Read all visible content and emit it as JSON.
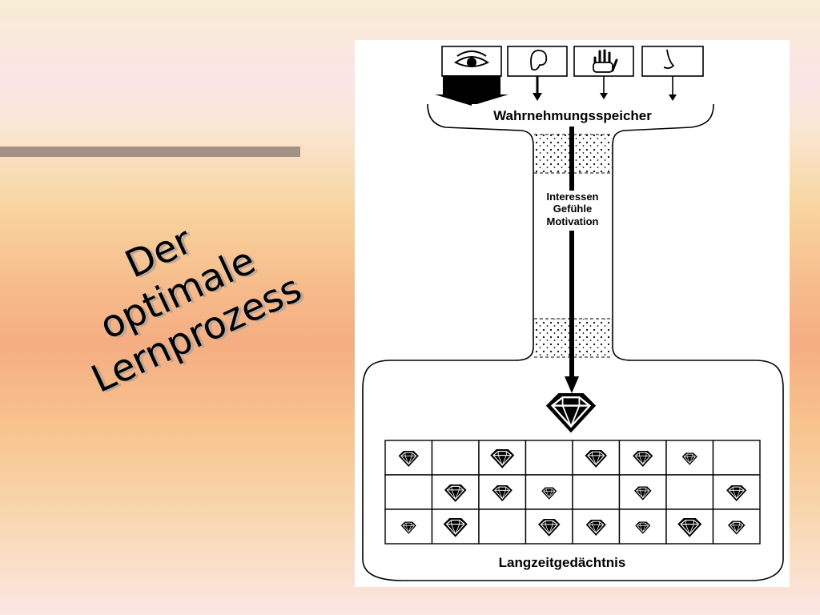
{
  "slide": {
    "title_lines": [
      "Der",
      "optimale",
      "Lernprozess"
    ]
  },
  "diagram": {
    "senses": [
      "eye-icon",
      "ear-icon",
      "hand-icon",
      "nose-icon"
    ],
    "sensory_store_label": "Wahrnehmungsspeicher",
    "filter_labels": [
      "Interessen",
      "Gefühle",
      "Motivation"
    ],
    "long_term_label": "Langzeitgedächtnis",
    "grid": {
      "rows": 3,
      "cols": 8,
      "diamond_cells": [
        [
          true,
          false,
          true,
          false,
          true,
          true,
          true,
          false
        ],
        [
          false,
          true,
          true,
          true,
          false,
          true,
          false,
          true
        ],
        [
          true,
          true,
          false,
          true,
          true,
          true,
          true,
          true
        ]
      ]
    }
  },
  "colors": {
    "rule_bar": "#a49186",
    "ink": "#000000"
  }
}
